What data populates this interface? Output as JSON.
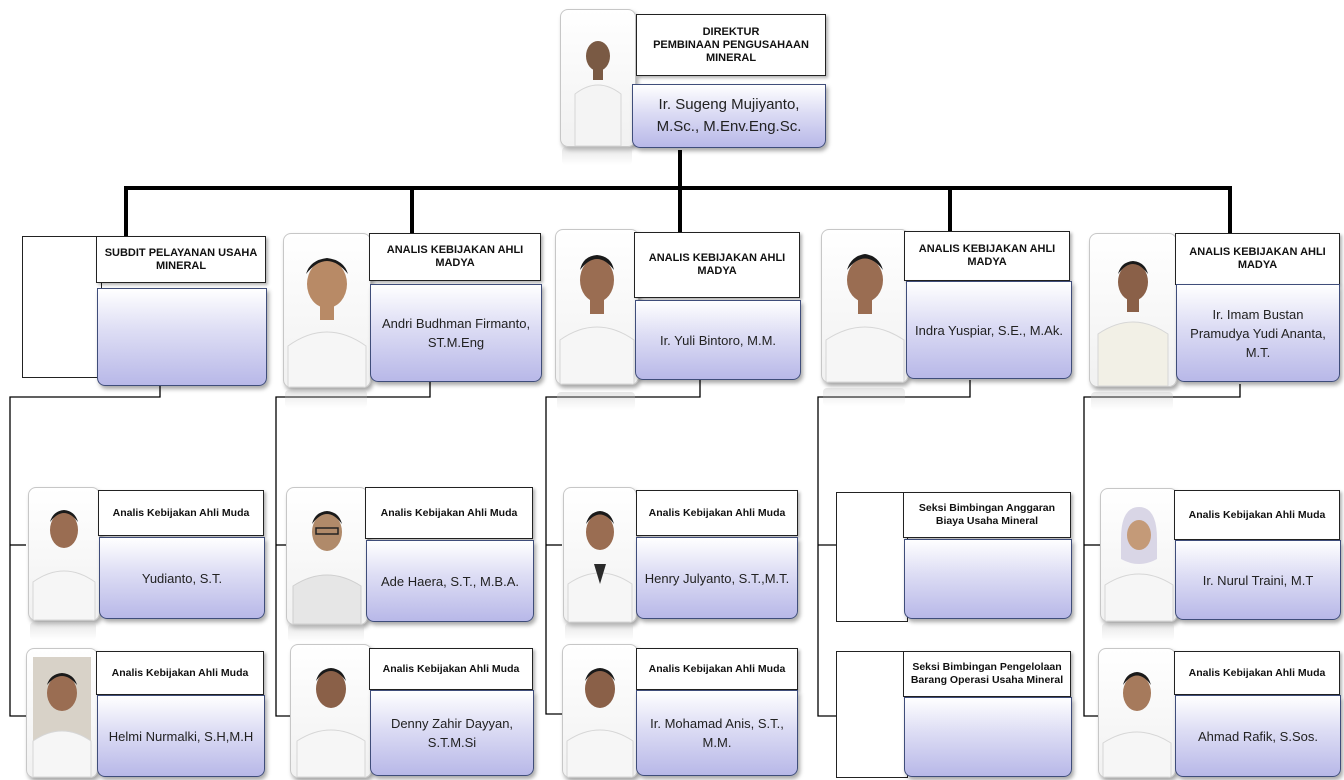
{
  "director": {
    "title_line1": "DIREKTUR",
    "title_line2": "PEMBINAAN PENGUSAHAAN",
    "title_line3": "MINERAL",
    "name": "Ir. Sugeng Mujiyanto, M.Sc., M.Env.Eng.Sc."
  },
  "level2": [
    {
      "title": "SUBDIT PELAYANAN USAHA MINERAL",
      "name": "",
      "has_photo": false
    },
    {
      "title": "ANALIS KEBIJAKAN AHLI MADYA",
      "name": "Andri Budhman Firmanto, ST.M.Eng",
      "has_photo": true
    },
    {
      "title": "ANALIS KEBIJAKAN AHLI MADYA",
      "name": "Ir. Yuli Bintoro, M.M.",
      "has_photo": true
    },
    {
      "title": "ANALIS KEBIJAKAN AHLI MADYA",
      "name": "Indra Yuspiar, S.E., M.Ak.",
      "has_photo": true
    },
    {
      "title": "ANALIS KEBIJAKAN AHLI MADYA",
      "name": "Ir. Imam Bustan Pramudya Yudi Ananta, M.T.",
      "has_photo": true
    }
  ],
  "level3": [
    {
      "title": "Analis Kebijakan Ahli Muda",
      "name": "Yudianto, S.T.",
      "has_photo": true
    },
    {
      "title": "Analis Kebijakan Ahli Muda",
      "name": "Helmi Nurmalki, S.H,M.H",
      "has_photo": true
    },
    {
      "title": "Analis Kebijakan Ahli Muda",
      "name": "Ade Haera, S.T., M.B.A.",
      "has_photo": true
    },
    {
      "title": "Analis Kebijakan Ahli Muda",
      "name": "Denny Zahir Dayyan, S.T.M.Si",
      "has_photo": true
    },
    {
      "title": "Analis Kebijakan Ahli Muda",
      "name": "Henry Julyanto, S.T.,M.T.",
      "has_photo": true
    },
    {
      "title": "Analis Kebijakan Ahli Muda",
      "name": "Ir. Mohamad Anis, S.T., M.M.",
      "has_photo": true
    },
    {
      "title": "Seksi Bimbingan Anggaran Biaya Usaha Mineral",
      "name": "",
      "has_photo": false
    },
    {
      "title": "Seksi Bimbingan Pengelolaan Barang Operasi Usaha Mineral",
      "name": "",
      "has_photo": false
    },
    {
      "title": "Analis Kebijakan Ahli Muda",
      "name": "Ir. Nurul Traini, M.T",
      "has_photo": true
    },
    {
      "title": "Analis Kebijakan Ahli Muda",
      "name": "Ahmad Rafik, S.Sos.",
      "has_photo": true
    }
  ],
  "colors": {
    "connector": "#000000",
    "name_box_top": "#ffffff",
    "name_box_bottom": "#b8b8e8",
    "name_border": "#3f4d7a"
  }
}
